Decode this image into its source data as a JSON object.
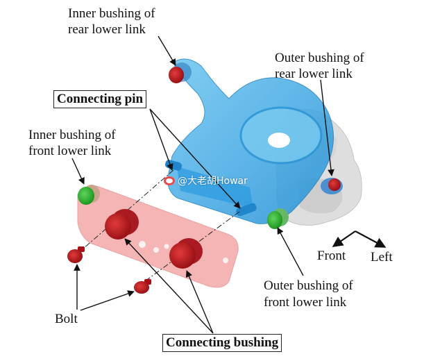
{
  "labels": {
    "inner_rear_1": "Inner bushing of",
    "inner_rear_2": "rear lower link",
    "outer_rear_1": "Outer bushing of",
    "outer_rear_2": "rear lower link",
    "connecting_pin": "Connecting pin",
    "inner_front_1": "Inner bushing of",
    "inner_front_2": "front lower link",
    "outer_front_1": "Outer bushing of",
    "outer_front_2": "front lower link",
    "bolt": "Bolt",
    "connecting_bushing": "Connecting bushing",
    "front": "Front",
    "left": "Left"
  },
  "watermark": "@大老胡Howar",
  "colors": {
    "knuckle_blue": "#3aaae6",
    "front_link_pink": "#f4a0a0",
    "bushing_red": "#c0141c",
    "bushing_green": "#2fb52f",
    "hub_gray": "#c8c8c8",
    "line": "#111111"
  }
}
